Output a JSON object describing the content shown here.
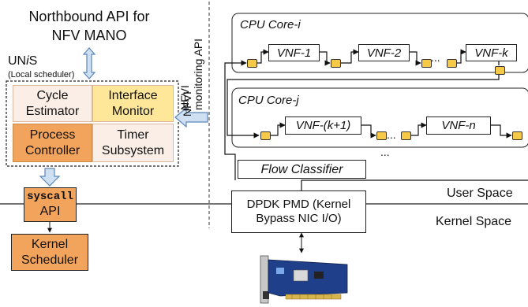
{
  "northbound": {
    "line1": "Northbound API for",
    "line2": "NFV MANO"
  },
  "unis": {
    "label_pre": "UN",
    "label_i": "i",
    "label_post": "S",
    "sub": "(Local scheduler)"
  },
  "modules": {
    "cycle_estimator": {
      "l1": "Cycle",
      "l2": "Estimator",
      "color": "#fbeee6"
    },
    "interface_monitor": {
      "l1": "Interface",
      "l2": "Monitor",
      "color": "#ffe79a"
    },
    "process_controller": {
      "l1": "Process",
      "l2": "Controller",
      "color": "#f3a45c"
    },
    "timer_subsystem": {
      "l1": "Timer",
      "l2": "Subsystem",
      "color": "#fbeee6"
    }
  },
  "nfvi": {
    "line1": "NFVI",
    "line2": "monitoring API"
  },
  "syscall": {
    "l1": "syscall",
    "l2": "API",
    "color": "#f3a45c"
  },
  "kernel_scheduler": {
    "l1": "Kernel",
    "l2": "Scheduler",
    "color": "#f3a45c"
  },
  "core_i": {
    "title": "CPU Core-i",
    "vnfs": [
      "VNF-1",
      "VNF-2",
      "VNF-k"
    ],
    "ellipsis": "..."
  },
  "core_j": {
    "title": "CPU Core-j",
    "vnfs": [
      "VNF-(k+1)",
      "VNF-n"
    ],
    "ellipsis": "...",
    "below": "..."
  },
  "flow_classifier": {
    "label": "Flow Classifier"
  },
  "dpdk": {
    "l1": "DPDK PMD (Kernel",
    "l2": "Bypass NIC I/O)"
  },
  "spaces": {
    "user": "User Space",
    "kernel": "Kernel Space"
  },
  "colors": {
    "queue": "#f7c948",
    "arrow_fill": "#cfe0f3",
    "arrow_stroke": "#5b87b8"
  },
  "icons": {
    "nic": "nic-card-icon"
  }
}
